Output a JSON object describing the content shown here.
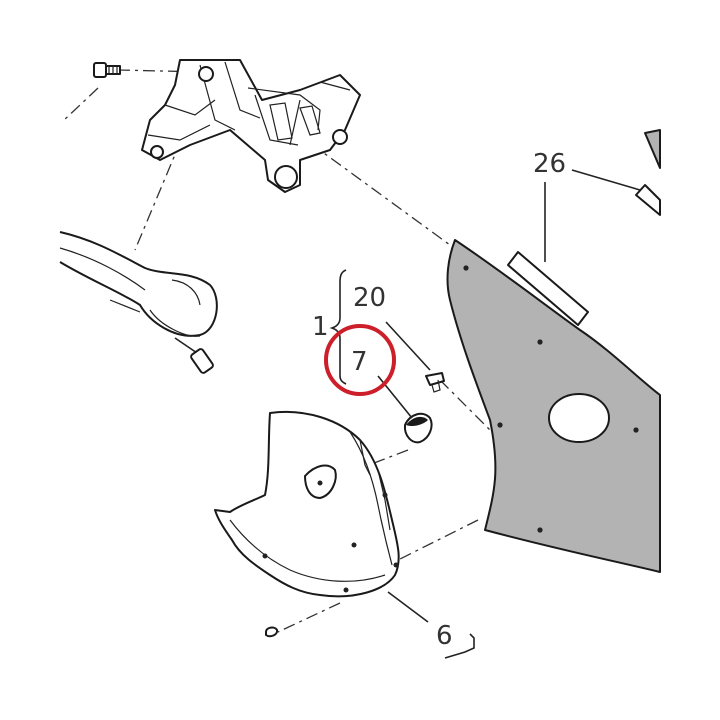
{
  "callouts": {
    "c26": "26",
    "c20": "20",
    "c1": "1",
    "c7": "7",
    "c6": "6"
  },
  "highlight": {
    "target": "7",
    "color": "#cc1f2a"
  },
  "colors": {
    "panel_fill": "#b3b3b3",
    "line": "#1a1a1a"
  }
}
